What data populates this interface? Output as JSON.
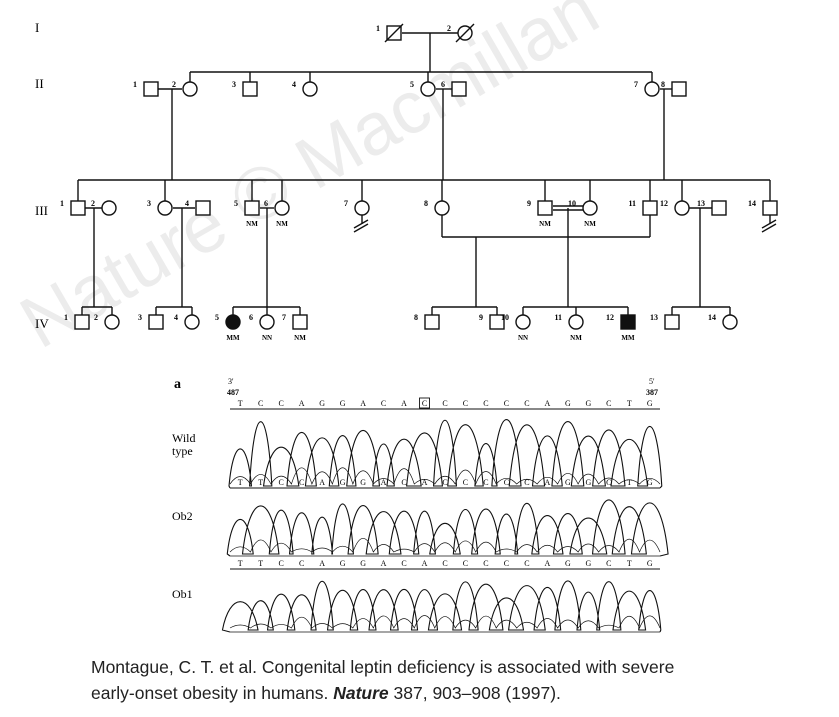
{
  "pedigree": {
    "watermark": "Nature © Macmillan",
    "generations": [
      {
        "label": "I"
      },
      {
        "label": "II"
      },
      {
        "label": "III"
      },
      {
        "label": "IV"
      }
    ],
    "individuals": {
      "I": [
        {
          "id": "1",
          "sex": "male",
          "deceased": true
        },
        {
          "id": "2",
          "sex": "female",
          "deceased": true
        }
      ],
      "II": [
        {
          "id": "1",
          "sex": "male"
        },
        {
          "id": "2",
          "sex": "female"
        },
        {
          "id": "3",
          "sex": "male"
        },
        {
          "id": "4",
          "sex": "female"
        },
        {
          "id": "5",
          "sex": "female"
        },
        {
          "id": "6",
          "sex": "male"
        },
        {
          "id": "7",
          "sex": "female"
        },
        {
          "id": "8",
          "sex": "male"
        }
      ],
      "III": [
        {
          "id": "1",
          "sex": "male"
        },
        {
          "id": "2",
          "sex": "female"
        },
        {
          "id": "3",
          "sex": "female"
        },
        {
          "id": "4",
          "sex": "male"
        },
        {
          "id": "5",
          "sex": "male",
          "genotype": "NM"
        },
        {
          "id": "6",
          "sex": "female",
          "genotype": "NM"
        },
        {
          "id": "7",
          "sex": "female",
          "no_offspring": true
        },
        {
          "id": "8",
          "sex": "female"
        },
        {
          "id": "9",
          "sex": "male",
          "genotype": "NM"
        },
        {
          "id": "10",
          "sex": "female",
          "genotype": "NM"
        },
        {
          "id": "11",
          "sex": "male"
        },
        {
          "id": "12",
          "sex": "female"
        },
        {
          "id": "13",
          "sex": "male"
        },
        {
          "id": "14",
          "sex": "male",
          "no_offspring": true
        }
      ],
      "IV": [
        {
          "id": "1",
          "sex": "male"
        },
        {
          "id": "2",
          "sex": "female"
        },
        {
          "id": "3",
          "sex": "male"
        },
        {
          "id": "4",
          "sex": "female"
        },
        {
          "id": "5",
          "sex": "female",
          "affected": true,
          "genotype": "MM"
        },
        {
          "id": "6",
          "sex": "female",
          "genotype": "NN"
        },
        {
          "id": "7",
          "sex": "male",
          "genotype": "NM"
        },
        {
          "id": "8",
          "sex": "male"
        },
        {
          "id": "9",
          "sex": "male"
        },
        {
          "id": "10",
          "sex": "female",
          "genotype": "NN"
        },
        {
          "id": "11",
          "sex": "female",
          "genotype": "NM"
        },
        {
          "id": "12",
          "sex": "male",
          "affected": true,
          "genotype": "MM"
        },
        {
          "id": "13",
          "sex": "male"
        },
        {
          "id": "14",
          "sex": "female"
        }
      ]
    }
  },
  "chromatogram": {
    "panel_label": "a",
    "left_end": {
      "prime": "3'",
      "position": "487"
    },
    "right_end": {
      "prime": "5'",
      "position": "387"
    },
    "tracks": [
      {
        "label_lines": [
          "Wild",
          "type"
        ],
        "sequence": [
          "T",
          "C",
          "C",
          "A",
          "G",
          "G",
          "A",
          "C",
          "A",
          "C",
          "C",
          "C",
          "C",
          "C",
          "C",
          "A",
          "G",
          "G",
          "C",
          "T",
          "G"
        ],
        "boxed_index": 9
      },
      {
        "label_lines": [
          "Ob2"
        ],
        "sequence": [
          "T",
          "T",
          "C",
          "C",
          "A",
          "G",
          "G",
          "A",
          "C",
          "A",
          "C",
          "C",
          "C",
          "C",
          "C",
          "A",
          "G",
          "G",
          "C",
          "T",
          "G"
        ]
      },
      {
        "label_lines": [
          "Ob1"
        ],
        "sequence": [
          "T",
          "T",
          "C",
          "C",
          "A",
          "G",
          "G",
          "A",
          "C",
          "A",
          "C",
          "C",
          "C",
          "C",
          "C",
          "A",
          "G",
          "G",
          "C",
          "T",
          "G"
        ]
      }
    ]
  },
  "caption": {
    "line1": "Montague, C. T. et al. Congenital leptin deficiency is associated with severe",
    "line2_pre": "early-onset obesity in humans. ",
    "journal": "Nature",
    "line2_post": " 387, 903–908 (1997)."
  }
}
